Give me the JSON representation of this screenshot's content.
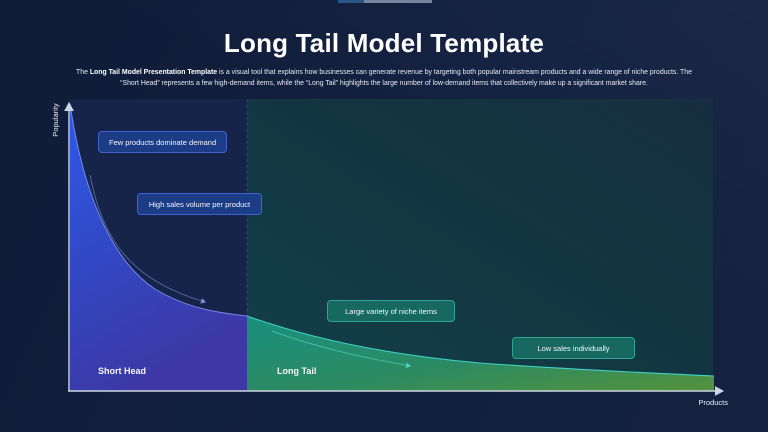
{
  "slide": {
    "title": "Long Tail Model Template",
    "intro": {
      "prefix": "The ",
      "bold": "Long Tail Model Presentation Template",
      "rest_line1": " is a visual tool that explains how businesses can generate revenue by targeting both popular mainstream products and a wide range of niche products. The",
      "line2": "“Short Head” represents a few high-demand items, while the “Long Tail” highlights the large number of low-demand items that collectively make up a significant market share."
    }
  },
  "chart": {
    "type": "area",
    "y_axis_label": "Popularity",
    "x_axis_label": "Products",
    "regions": [
      {
        "label": "Short Head",
        "theme": "blue"
      },
      {
        "label": "Long Tail",
        "theme": "teal"
      }
    ],
    "callouts": [
      {
        "text": "Few products dominate demand",
        "theme": "blue"
      },
      {
        "text": "High sales volume per product",
        "theme": "blue"
      },
      {
        "text": "Large variety of niche items",
        "theme": "teal"
      },
      {
        "text": "Low sales individually",
        "theme": "teal"
      }
    ]
  },
  "colors": {
    "slide_background": "#122040",
    "short_head_fill_top": "#2e59ea",
    "short_head_fill_bottom": "#3d38a5",
    "short_head_edge": "#7d97f7",
    "long_tail_fill_start": "#18907f",
    "long_tail_fill_end": "#55923c",
    "long_tail_edge": "#3ed8c9",
    "blue_callout_bg": "#1c3c86",
    "blue_callout_border": "#4064cc",
    "teal_callout_bg": "#17695f",
    "teal_callout_border": "#2fa396",
    "axis": "#cdd5e1",
    "progress_blue": "#265687",
    "progress_gray": "#75829a"
  }
}
